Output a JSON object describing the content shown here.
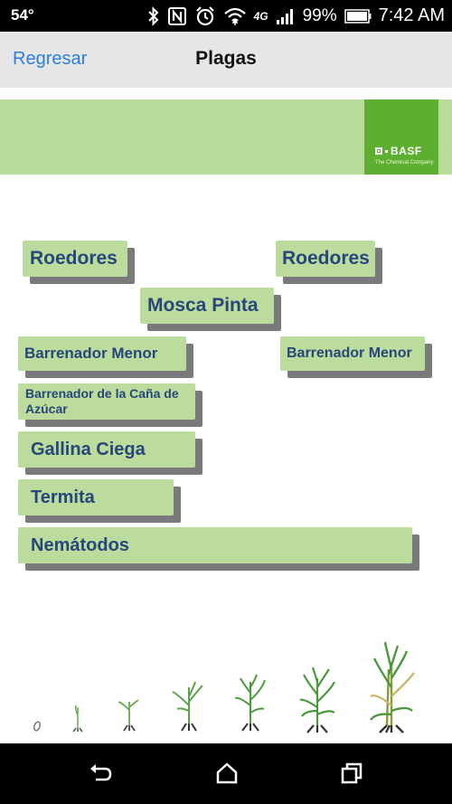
{
  "status_bar": {
    "temperature": "54°",
    "network": "4G",
    "battery": "99%",
    "time": "7:42 AM",
    "icons": [
      "bluetooth-icon",
      "nfc-icon",
      "alarm-icon",
      "wifi-icon",
      "signal-icon",
      "battery-icon"
    ]
  },
  "nav": {
    "back_label": "Regresar",
    "title": "Plagas"
  },
  "banner": {
    "logo_text": "BASF",
    "logo_tagline": "The Chemical Company",
    "background_color": "#b9db9b",
    "logo_color": "#5db02f"
  },
  "pests": [
    {
      "id": "roedores-1",
      "label": "Roedores"
    },
    {
      "id": "roedores-2",
      "label": "Roedores"
    },
    {
      "id": "mosca-pinta",
      "label": "Mosca Pinta"
    },
    {
      "id": "barrenador-menor-1",
      "label": "Barrenador Menor"
    },
    {
      "id": "barrenador-menor-2",
      "label": "Barrenador Menor"
    },
    {
      "id": "barrenador-cana",
      "label": "Barrenador de la Caña de Azúcar"
    },
    {
      "id": "gallina-ciega",
      "label": "Gallina Ciega"
    },
    {
      "id": "termita",
      "label": "Termita"
    },
    {
      "id": "nematodos",
      "label": "Nemátodos"
    }
  ],
  "colors": {
    "button_bg": "#bbdc9d",
    "button_text": "#27467a",
    "button_shadow": "#7a7a7a",
    "link": "#2a7fe0"
  },
  "android_nav": {
    "icons": [
      "back-icon",
      "home-icon",
      "recents-icon"
    ]
  }
}
